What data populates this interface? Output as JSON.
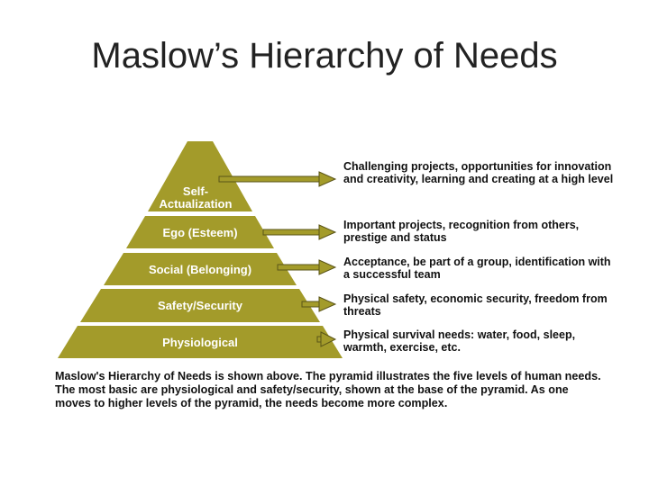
{
  "title": "Maslow’s Hierarchy of Needs",
  "accent_color": "#a39b2a",
  "levels": [
    {
      "name_line1": "Self-",
      "name_line2": "Actualization",
      "description": "Challenging projects, opportunities for innovation and creativity, learning and creating at a high level"
    },
    {
      "name": "Ego (Esteem)",
      "description": "Important projects, recognition from others, prestige and status"
    },
    {
      "name": "Social (Belonging)",
      "description": "Acceptance, be part of a group, identification with a successful team"
    },
    {
      "name": "Safety/Security",
      "description": "Physical safety, economic security, freedom from threats"
    },
    {
      "name": "Physiological",
      "description": "Physical survival needs: water, food, sleep, warmth, exercise, etc."
    }
  ],
  "caption": "Maslow's Hierarchy of Needs is shown above.  The pyramid illustrates the five levels of human needs.  The most basic are physiological and safety/security, shown at the base of the pyramid.  As one moves to higher levels of the pyramid, the needs become more complex."
}
